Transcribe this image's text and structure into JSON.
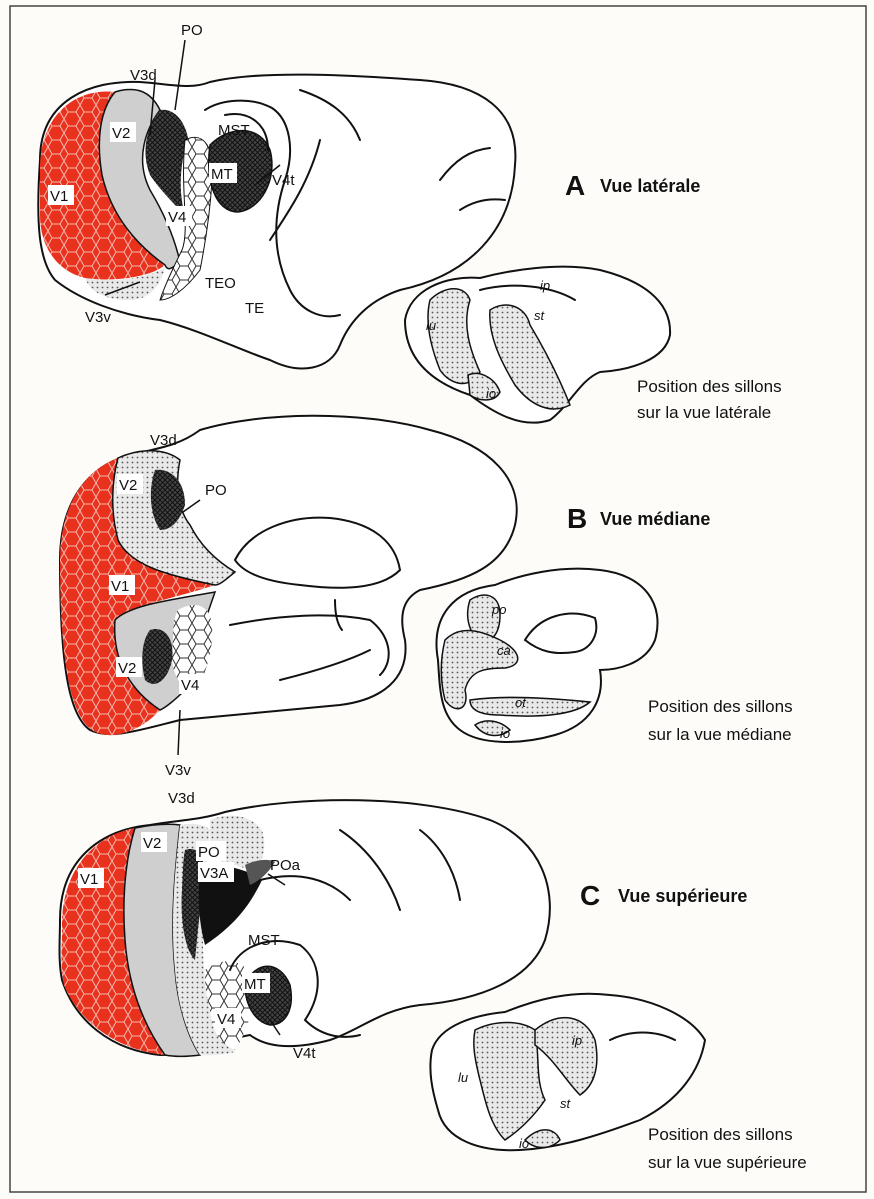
{
  "colors": {
    "v1_red": "#e8321e",
    "v2_grey": "#cfcfcf",
    "dark": "#2a2a2a",
    "paper": "#fdfcf9"
  },
  "panelA": {
    "letter": "A",
    "title": "Vue latérale",
    "areas": {
      "v1": "V1",
      "v2": "V2",
      "v3d": "V3d",
      "po": "PO",
      "mst": "MST",
      "mt": "MT",
      "v4t": "V4t",
      "v4": "V4",
      "teo": "TEO",
      "te": "TE",
      "v3v": "V3v"
    },
    "mini_sulci": {
      "ip": "ip",
      "st": "st",
      "lu": "lu",
      "io": "io"
    },
    "caption_l1": "Position des sillons",
    "caption_l2": "sur la vue latérale"
  },
  "panelB": {
    "letter": "B",
    "title": "Vue médiane",
    "areas": {
      "v3d": "V3d",
      "v2": "V2",
      "po": "PO",
      "v1": "V1",
      "v2b": "V2",
      "v4": "V4",
      "v3v": "V3v"
    },
    "mini_sulci": {
      "po": "po",
      "ca": "ca",
      "ot": "ot",
      "io": "io"
    },
    "caption_l1": "Position des sillons",
    "caption_l2": "sur la vue médiane"
  },
  "panelC": {
    "letter": "C",
    "title": "Vue supérieure",
    "areas": {
      "v3d": "V3d",
      "v2": "V2",
      "po": "PO",
      "v3a": "V3A",
      "poa": "POa",
      "v1": "V1",
      "mst": "MST",
      "mt": "MT",
      "v4": "V4",
      "v4t": "V4t"
    },
    "mini_sulci": {
      "ip": "ip",
      "lu": "lu",
      "st": "st",
      "io": "io"
    },
    "caption_l1": "Position des sillons",
    "caption_l2": "sur la vue supérieure"
  }
}
